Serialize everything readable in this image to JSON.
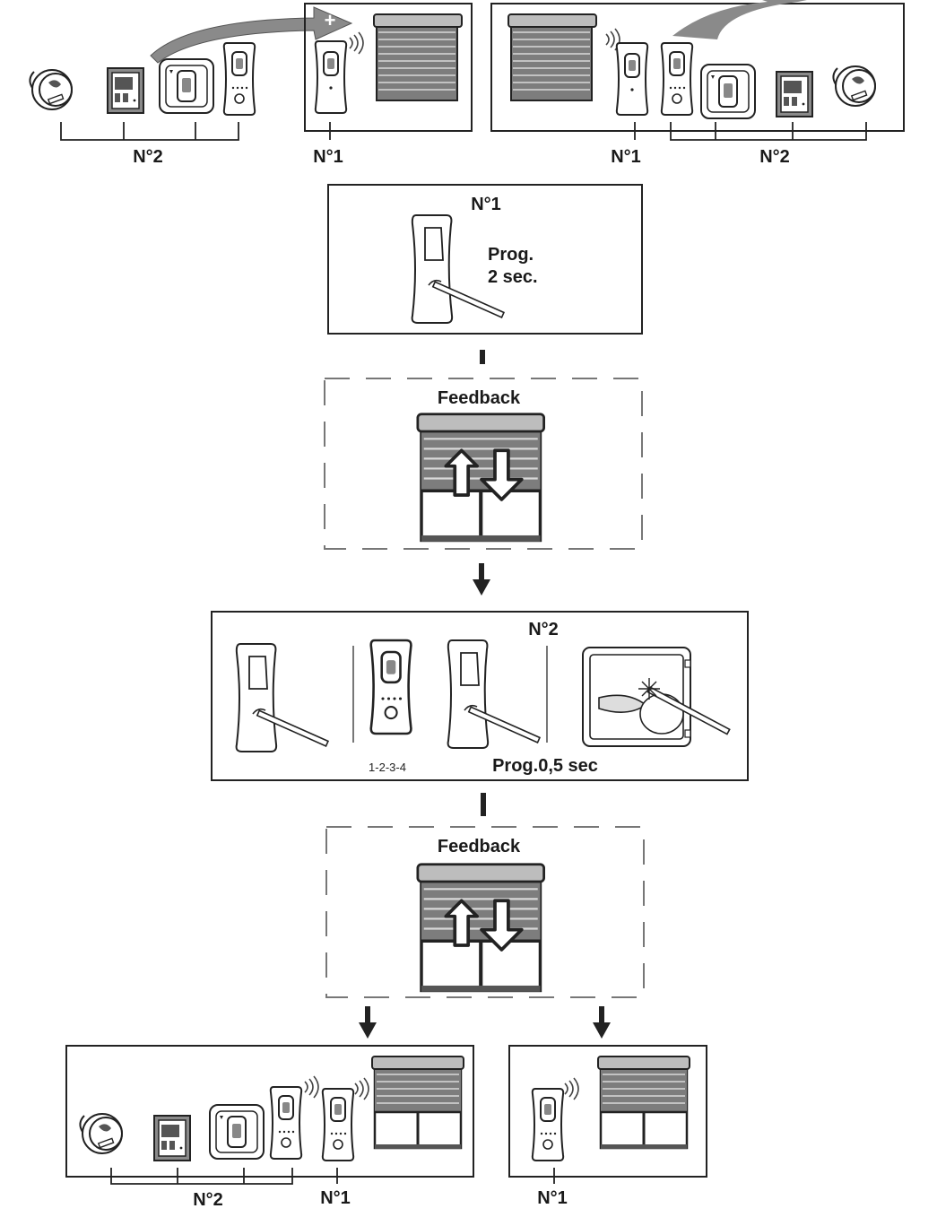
{
  "labels": {
    "top_left_group": "N°2",
    "top_left_single": "N°1",
    "top_right_single": "N°1",
    "top_right_group": "N°2",
    "step1_title": "N°1",
    "step1_prog": "Prog.",
    "step1_time": "2 sec.",
    "feedback_1": "Feedback",
    "step2_title": "N°2",
    "step2_channels": "1-2-3-4",
    "step2_prog": "Prog.0,5 sec",
    "feedback_2": "Feedback",
    "bottom_left_group": "N°2",
    "bottom_left_single": "N°1",
    "bottom_right_single": "N°1"
  },
  "icons": {
    "plus": "+",
    "arrow_down": "down-arrow-icon",
    "arrow_curved": "curved-arrow-icon"
  }
}
